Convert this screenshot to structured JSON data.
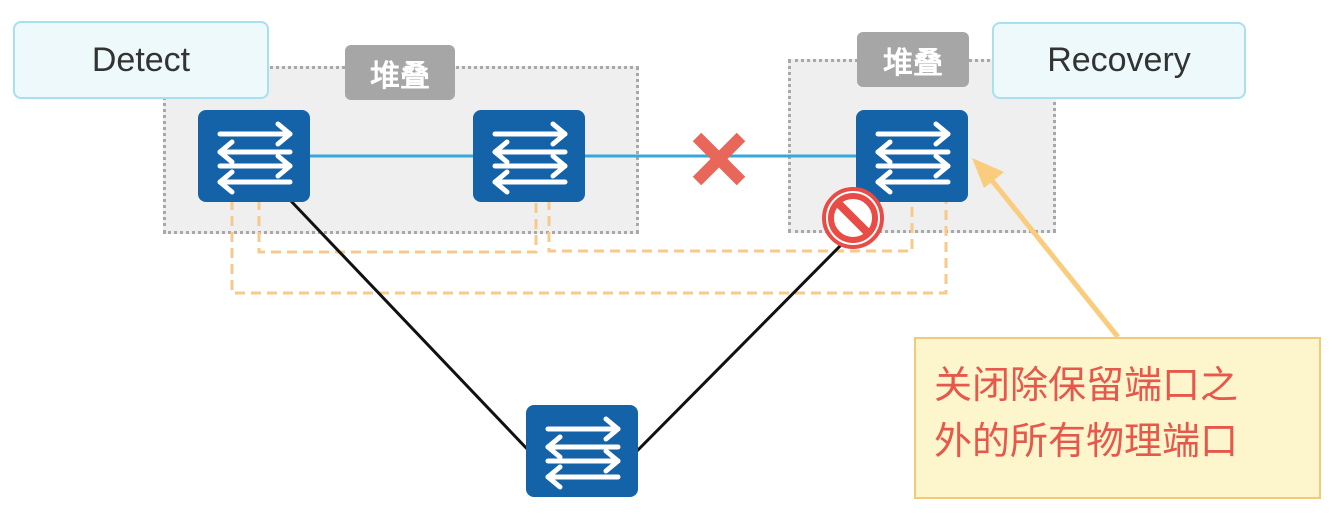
{
  "labels": {
    "detect": "Detect",
    "recovery": "Recovery",
    "stack_left": "堆叠",
    "stack_right": "堆叠"
  },
  "callout": {
    "line1": "关闭除保留端口之",
    "line2": "外的所有物理端口"
  },
  "colors": {
    "switch": "#1462a8",
    "stack_link": "#3aa7d9",
    "access_link": "#111111",
    "mad_link": "#f7c98a",
    "cross": "#e8665a",
    "block": "#e84c45",
    "arrow": "#f9cc7e"
  },
  "icons": {
    "switch": "switch-icon",
    "link_failure": "cross-icon",
    "blocked_port": "no-entry-icon",
    "pointer": "arrow-icon"
  }
}
